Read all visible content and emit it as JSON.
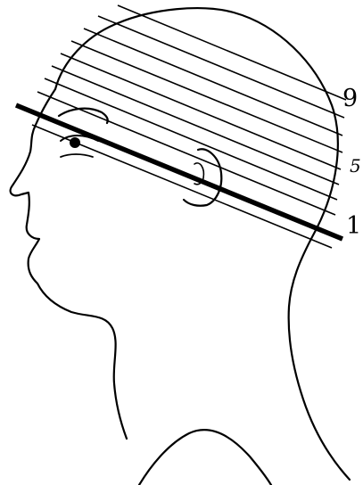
{
  "labels": {
    "top": "9",
    "middle": "5",
    "bottom": "1"
  },
  "colors": {
    "ink": "#000000",
    "background": "#ffffff"
  }
}
